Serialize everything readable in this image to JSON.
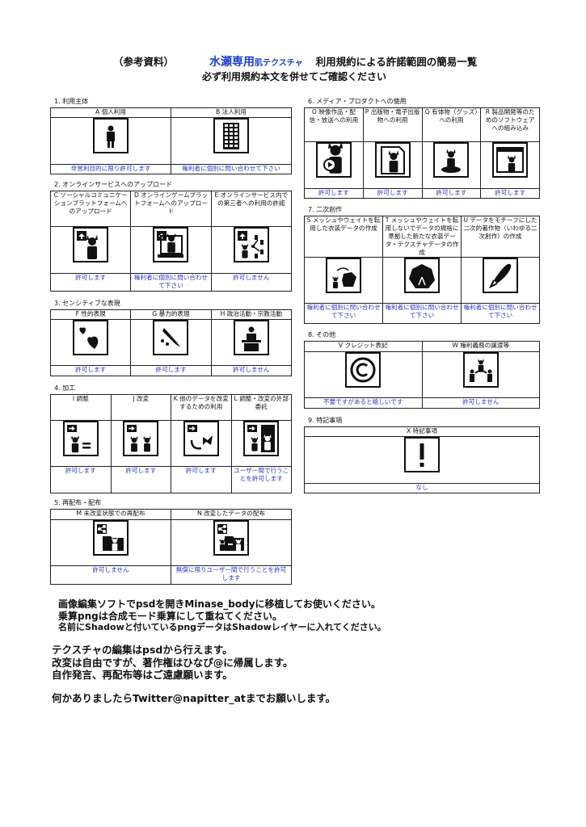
{
  "header": {
    "prefix": "（参考資料）",
    "brand": "水瀬専用",
    "brand_sub": "肌テクスチャ",
    "title": "利用規約による許諾範囲の簡易一覧",
    "subtitle": "必ず利用規約本文を併せてご確認ください"
  },
  "colors": {
    "result_text": "#2a34c8",
    "brand": "#1a3fd6"
  },
  "sections": [
    {
      "label": "1. 利用主体",
      "cols": [
        {
          "label": "A 個人利用",
          "icon": "person-icon",
          "result": "非営利目的に限り許可します"
        },
        {
          "label": "B 法人利用",
          "icon": "building-icon",
          "result": "権利者に個別に問い合わせて下さい"
        }
      ]
    },
    {
      "label": "2. オンラインサービスへのアップロード",
      "cols": [
        {
          "label": "C ソーシャルコミュニケーションプラットフォームへのアップロード",
          "icon": "upload-avatar-icon",
          "result": "許可します"
        },
        {
          "label": "D オンラインゲームプラットフォームへのアップロード",
          "icon": "upload-monitor-icon",
          "result": "権利者に個別に問い合わせて下さい"
        },
        {
          "label": "E オンラインサービス内での第三者への利用の許諾",
          "icon": "upload-share-icon",
          "result": "許可しません"
        }
      ]
    },
    {
      "label": "3. センシティブな表現",
      "cols": [
        {
          "label": "F 性的表現",
          "icon": "hearts-icon",
          "result": "許可します"
        },
        {
          "label": "G 暴力的表現",
          "icon": "knife-icon",
          "result": "許可します"
        },
        {
          "label": "H 政治活動・宗教活動",
          "icon": "podium-icon",
          "result": "許可しません"
        }
      ]
    },
    {
      "label": "4. 加工",
      "cols": [
        {
          "label": "I 調整",
          "icon": "adjust-icon",
          "result": "許可します"
        },
        {
          "label": "J 改変",
          "icon": "modify-icon",
          "result": "許可します"
        },
        {
          "label": "K 他のデータを改変するための利用",
          "icon": "parts-icon",
          "result": "許可します"
        },
        {
          "label": "L 調整・改変の外部委託",
          "icon": "outsource-icon",
          "result": "ユーザー間で行うことを許可します"
        }
      ]
    },
    {
      "label": "5. 再配布・配布",
      "cols": [
        {
          "label": "M 未改変状態での再配布",
          "icon": "share-folder-icon",
          "result": "許可しません"
        },
        {
          "label": "N 改変したデータの配布",
          "icon": "share-modified-icon",
          "result": "無償に限りユーザー間で行うことを許可します"
        }
      ]
    },
    {
      "label": "6. メディア・プロダクトへの使用",
      "cols": [
        {
          "label": "O 映像作品・配信・放送への利用",
          "icon": "video-icon",
          "result": "許可します"
        },
        {
          "label": "P 出版物・電子出版物への利用",
          "icon": "publication-icon",
          "result": "許可します"
        },
        {
          "label": "Q 有体物（グッズ）への利用",
          "icon": "figure-icon",
          "result": "許可します"
        },
        {
          "label": "R 製品開発等のためのソフトウェアへの組み込み",
          "icon": "software-icon",
          "result": "許可します"
        }
      ]
    },
    {
      "label": "7. 二次創作",
      "cols": [
        {
          "label": "S メッシュやウェイトを転用した衣装データの作成",
          "icon": "clothes-convert-icon",
          "result": "権利者に個別に問い合わせて下さい"
        },
        {
          "label": "T メッシュやウェイトを転用しないでデータの規格に準拠した新たな衣装データ・テクスチャデータの作成",
          "icon": "clothes-icon",
          "result": "権利者に個別に問い合わせて下さい"
        },
        {
          "label": "U データをモチーフにした二次的著作物（いわゆる二次創作）の作成",
          "icon": "pen-icon",
          "result": "権利者に個別に問い合わせて下さい"
        }
      ]
    },
    {
      "label": "8. その他",
      "cols": [
        {
          "label": "V クレジット表記",
          "icon": "copyright-icon",
          "result": "不要ですがあると嬉しいです"
        },
        {
          "label": "W 権利義務の譲渡等",
          "icon": "transfer-icon",
          "result": "許可しません"
        }
      ]
    },
    {
      "label": "9. 特記事項",
      "cols": [
        {
          "label": "X 特記事項",
          "icon": "exclamation-icon",
          "result": "なし"
        }
      ]
    }
  ],
  "notes": {
    "instructions": [
      "画像編集ソフトでpsdを開きMinase_bodyに移植してお使いください。",
      "乗算pngは合成モード乗算にして重ねてください。",
      "名前にShadowと付いているpngデータはShadowレイヤーに入れてください。"
    ],
    "terms": [
      "テクスチャの編集はpsdから行えます。",
      "改変は自由ですが、著作権はひなぴ@に帰属します。",
      "自作発言、再配布等はご遠慮願います。"
    ],
    "contact": "何かありましたらTwitter@napitter_atまでお願いします。"
  }
}
